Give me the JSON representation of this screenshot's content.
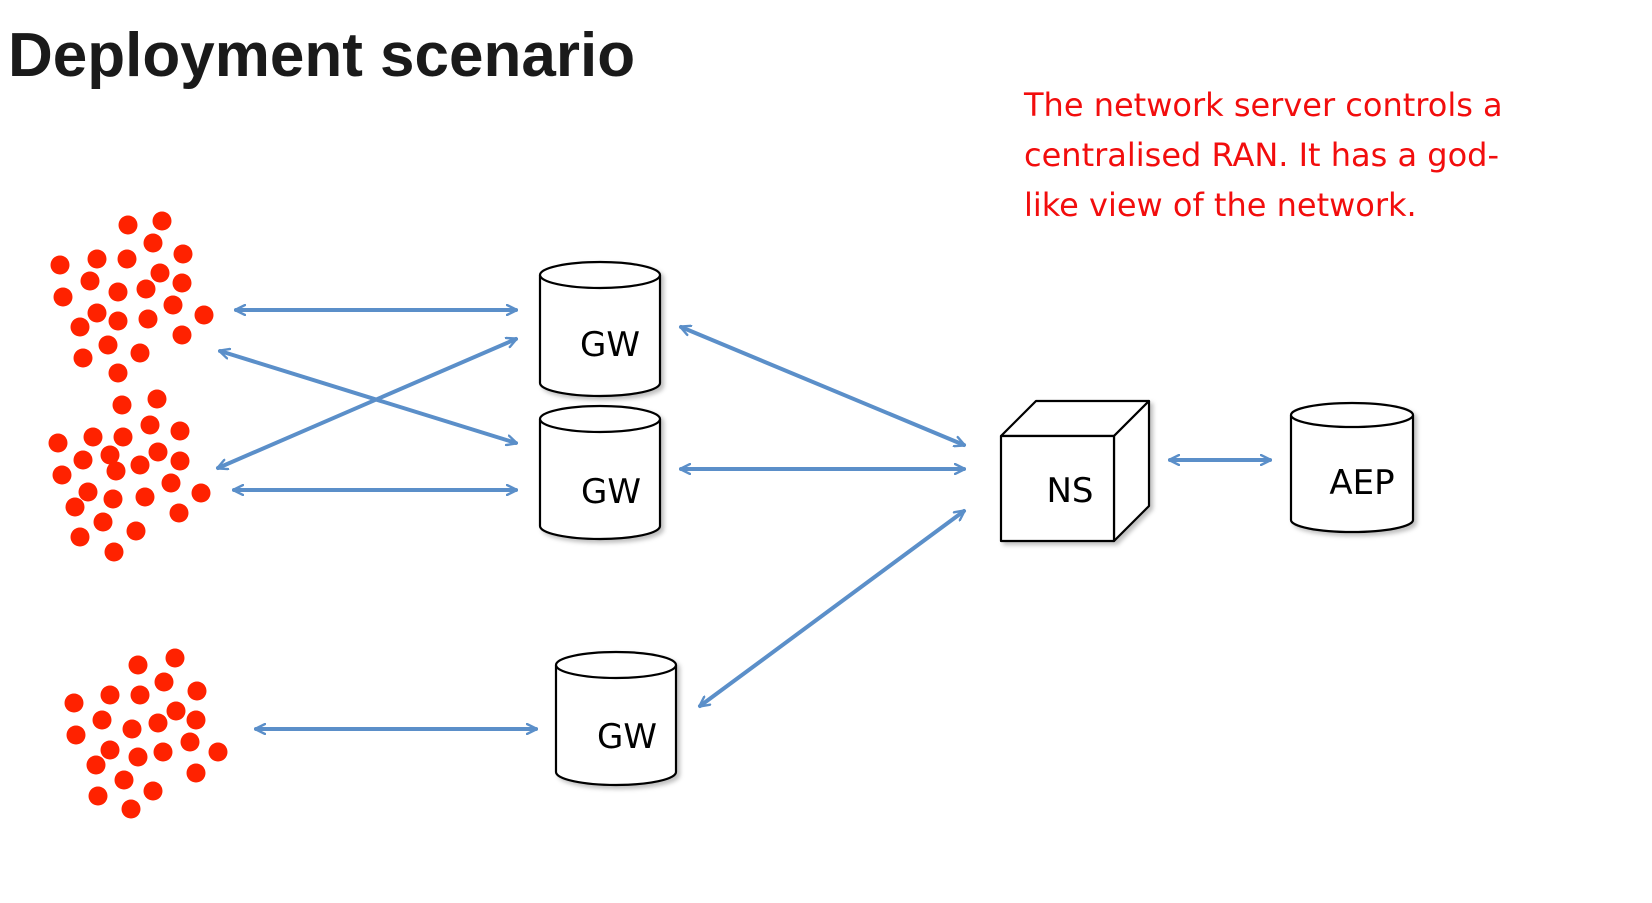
{
  "slide": {
    "title": "Deployment scenario",
    "note_lines": [
      "The network server controls a",
      "centralised RAN. It has a god-",
      "like view of the network."
    ]
  },
  "nodes": {
    "gateways": [
      "GW",
      "GW",
      "GW"
    ],
    "network_server": "NS",
    "application_endpoint": "AEP"
  },
  "colors": {
    "title": "#1a1a1a",
    "note": "#f20d0d",
    "device": "#ff2200",
    "arrow": "#5b8fc9",
    "outline": "#000000"
  },
  "icons": [
    "device-cluster",
    "gateway-cylinder",
    "server-cube",
    "endpoint-cylinder",
    "bidirectional-arrow"
  ]
}
